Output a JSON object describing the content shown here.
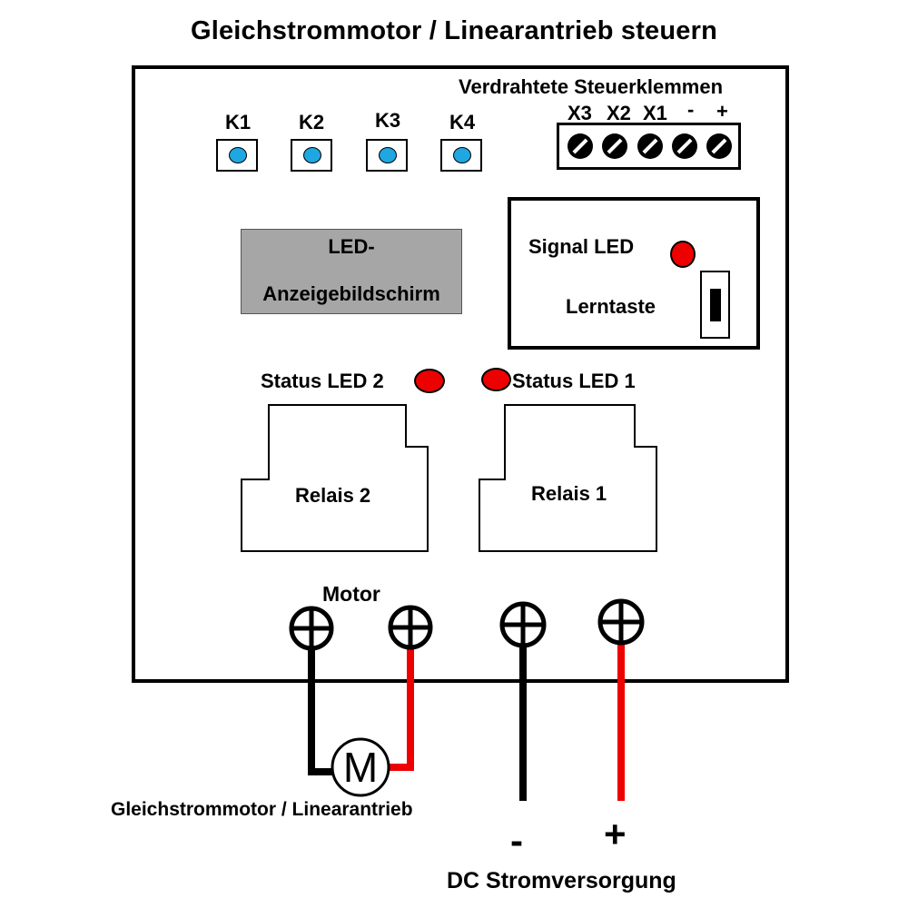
{
  "title": "Gleichstrommotor / Linearantrieb steuern",
  "wired_terminals": {
    "heading": "Verdrahtete  Steuerklemmen",
    "labels": [
      "X3",
      "X2",
      "X1",
      "-",
      "+"
    ]
  },
  "keys": [
    {
      "label": "K1",
      "color": "#1ea7e1"
    },
    {
      "label": "K2",
      "color": "#1ea7e1"
    },
    {
      "label": "K3",
      "color": "#1ea7e1"
    },
    {
      "label": "K4",
      "color": "#1ea7e1"
    }
  ],
  "led_display": {
    "line1": "LED-",
    "line2": "Anzeigebildschirm",
    "color": "#a6a6a6"
  },
  "receiver": {
    "signal_led_label": "Signal LED",
    "learn_button_label": "Lerntaste",
    "led_color": "#ee0000"
  },
  "status_leds": [
    {
      "label": "Status LED 2",
      "color": "#ee0000"
    },
    {
      "label": "Status LED 1",
      "color": "#ee0000"
    }
  ],
  "relays": [
    {
      "label": "Relais 2"
    },
    {
      "label": "Relais 1"
    }
  ],
  "motor_terminals": {
    "label": "Motor"
  },
  "motor": {
    "symbol": "M",
    "caption": "Gleichstrommotor / Linearantrieb"
  },
  "power_supply": {
    "minus_label": "-",
    "plus_label": "+",
    "caption": "DC Stromversorgung"
  },
  "wire_colors": {
    "negative": "#000000",
    "positive": "#ee0000"
  }
}
